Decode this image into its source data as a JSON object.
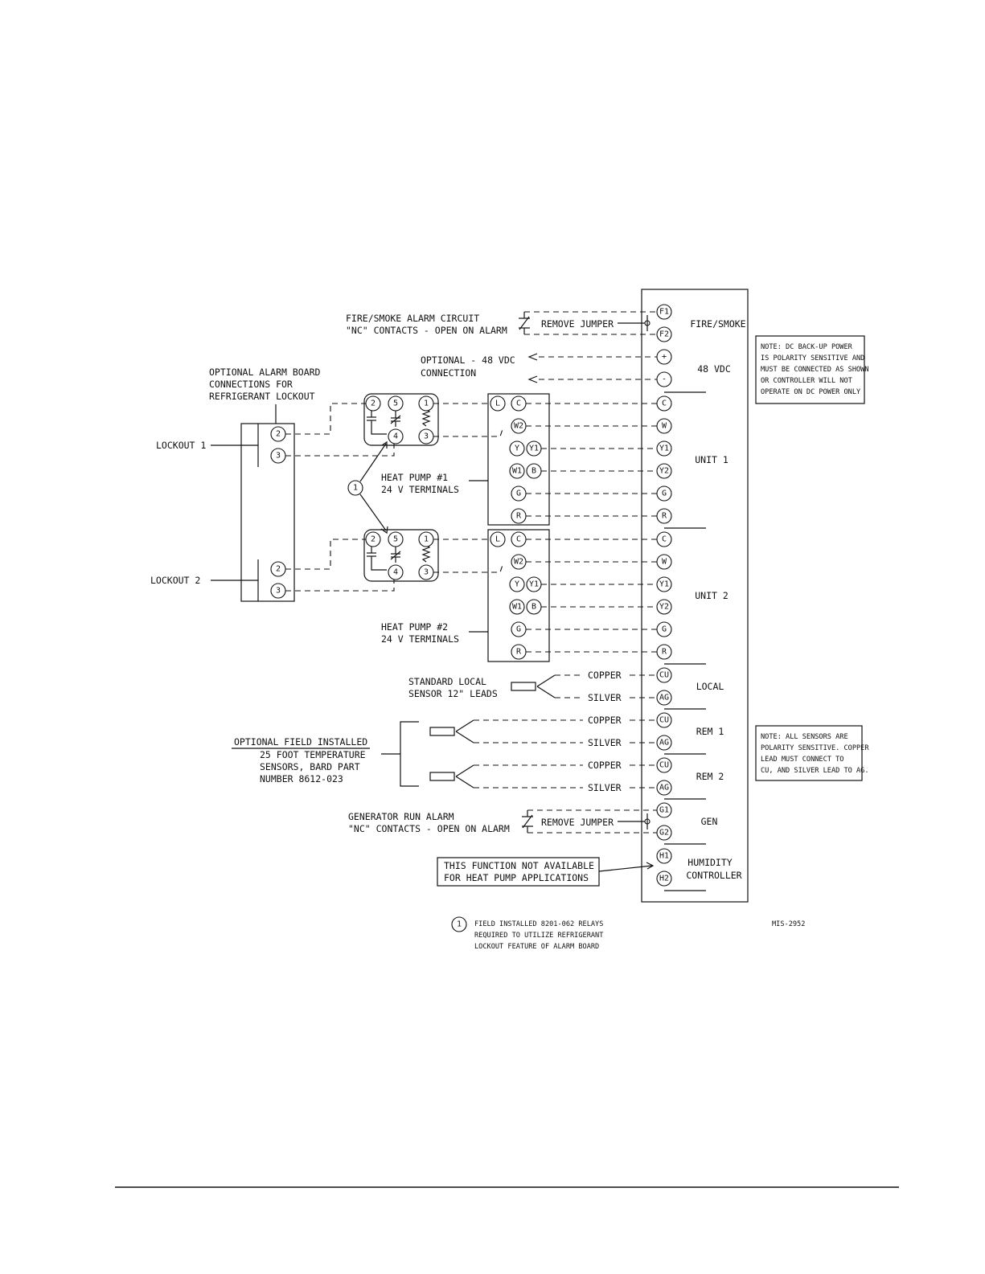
{
  "fire_smoke_note": [
    "FIRE/SMOKE ALARM CIRCUIT",
    "\"NC\" CONTACTS - OPEN ON ALARM"
  ],
  "remove_jumper": "REMOVE JUMPER",
  "optional_48vdc": [
    "OPTIONAL - 48 VDC",
    "CONNECTION"
  ],
  "alarm_board_note": [
    "OPTIONAL ALARM BOARD",
    "CONNECTIONS FOR",
    "REFRIGERANT LOCKOUT"
  ],
  "lockout_1": "LOCKOUT 1",
  "lockout_2": "LOCKOUT 2",
  "heat_pump_1": [
    "HEAT PUMP #1",
    "24 V TERMINALS"
  ],
  "heat_pump_2": [
    "HEAT PUMP #2",
    "24 V TERMINALS"
  ],
  "relay_ref": "1",
  "relay_terminals": [
    "2",
    "5",
    "1",
    "4",
    "3"
  ],
  "lockout_terminals": [
    "2",
    "3"
  ],
  "hp_terminals": [
    "L",
    "C",
    "W2",
    "Y",
    "Y1",
    "W1",
    "B",
    "G",
    "R"
  ],
  "controller_terminals": [
    "F1",
    "F2",
    "+",
    "-",
    "C",
    "W",
    "Y1",
    "Y2",
    "G",
    "R",
    "C",
    "W",
    "Y1",
    "Y2",
    "G",
    "R",
    "CU",
    "AG",
    "CU",
    "AG",
    "CU",
    "AG",
    "G1",
    "G2",
    "H1",
    "H2"
  ],
  "sections": [
    "FIRE/SMOKE",
    "48 VDC",
    "UNIT 1",
    "UNIT 2",
    "LOCAL",
    "REM 1",
    "REM 2",
    "GEN",
    "HUMIDITY",
    "CONTROLLER"
  ],
  "standard_sensor": [
    "STANDARD LOCAL",
    "SENSOR 12\" LEADS"
  ],
  "copper": "COPPER",
  "silver": "SILVER",
  "optional_field": "OPTIONAL FIELD INSTALLED",
  "optional_field_sub": [
    "25 FOOT TEMPERATURE",
    "SENSORS, BARD PART",
    "NUMBER 8612-023"
  ],
  "generator_note": [
    "GENERATOR RUN ALARM",
    "\"NC\" CONTACTS - OPEN ON ALARM"
  ],
  "humidity_note": [
    "THIS FUNCTION NOT AVAILABLE",
    "FOR HEAT PUMP APPLICATIONS"
  ],
  "dc_note": [
    "NOTE: DC BACK-UP POWER",
    "IS POLARITY SENSITIVE AND",
    "MUST BE CONNECTED AS SHOWN",
    "OR CONTROLLER WILL NOT",
    "OPERATE ON DC POWER ONLY"
  ],
  "sensor_note": [
    "NOTE: ALL SENSORS ARE",
    "POLARITY SENSITIVE. COPPER",
    "LEAD MUST CONNECT TO",
    "CU, AND SILVER LEAD TO AG."
  ],
  "footnote_ref": "1",
  "footnote": [
    "FIELD INSTALLED 8201-062 RELAYS",
    "REQUIRED TO UTILIZE REFRIGERANT",
    "LOCKOUT FEATURE OF ALARM BOARD"
  ],
  "drawing_number": "MIS-2952"
}
